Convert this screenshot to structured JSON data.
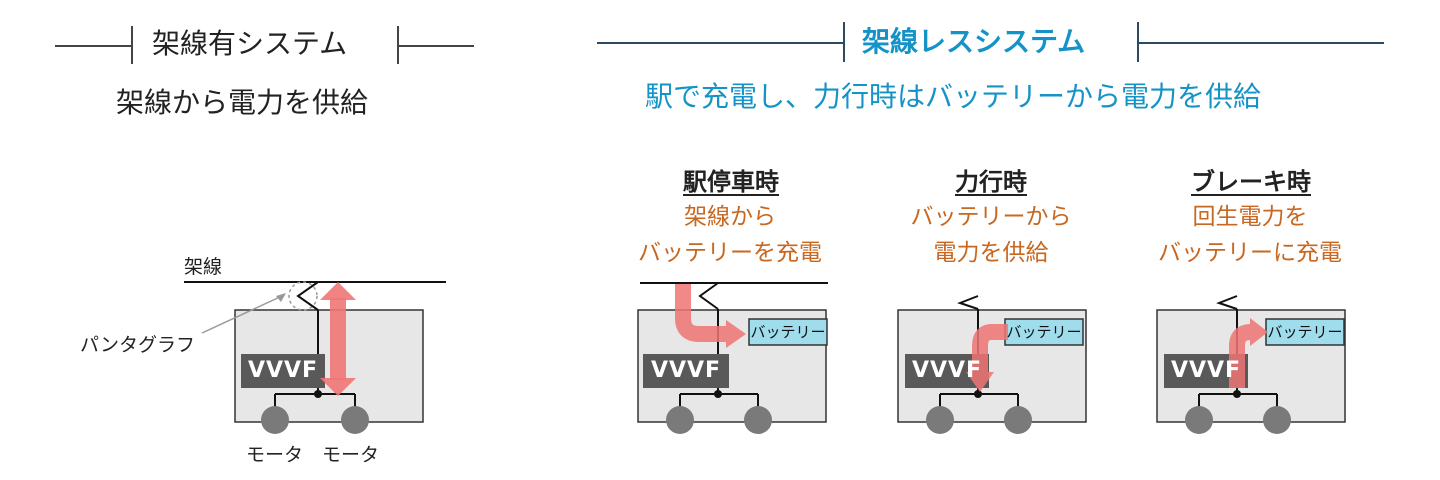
{
  "colors": {
    "accent": "#1493c8",
    "orange": "#c8671f",
    "arrow": "#f07575",
    "battery": "#9fdcec",
    "car": "#e7e7e7"
  },
  "left": {
    "header": "架線有システム",
    "subtitle": "架線から電力を供給",
    "diagram": {
      "wire_label": "架線",
      "pantograph_label": "パンタグラフ",
      "inverter_label": "VVVF",
      "motor_left": "モータ",
      "motor_right": "モータ"
    }
  },
  "right": {
    "header": "架線レスシステム",
    "subtitle": "駅で充電し、力行時はバッテリーから電力を供給",
    "steps": [
      {
        "title": "駅停車時",
        "desc_line1": "架線から",
        "desc_line2": "バッテリーを充電",
        "battery_label": "バッテリー",
        "inverter_label": "VVVF"
      },
      {
        "title": "力行時",
        "desc_line1": "バッテリーから",
        "desc_line2": "電力を供給",
        "battery_label": "バッテリー",
        "inverter_label": "VVVF"
      },
      {
        "title": "ブレーキ時",
        "desc_line1": "回生電力を",
        "desc_line2": "バッテリーに充電",
        "battery_label": "バッテリー",
        "inverter_label": "VVVF"
      }
    ]
  }
}
